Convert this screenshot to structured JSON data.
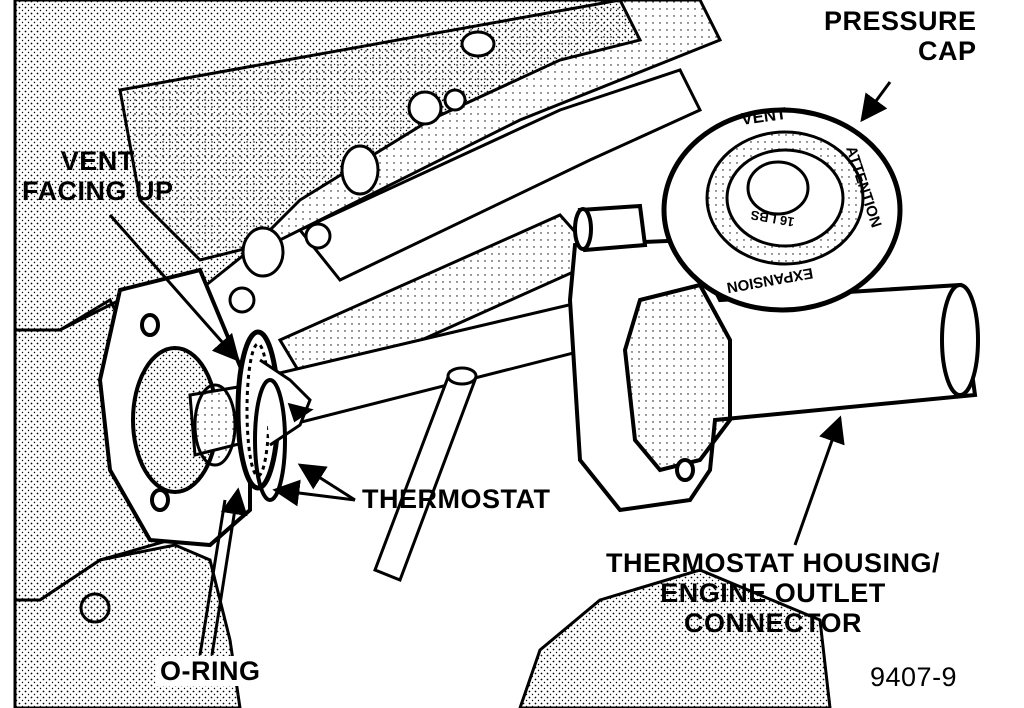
{
  "labels": {
    "pressure_cap": [
      "PRESSURE",
      "CAP"
    ],
    "vent_facing_up": [
      "VENT",
      "FACING UP"
    ],
    "thermostat": "THERMOSTAT",
    "housing": [
      "THERMOSTAT HOUSING/",
      "ENGINE OUTLET",
      "CONNECTOR"
    ],
    "o_ring": "O-RING",
    "figure_number": "9407-9"
  },
  "cap_text": {
    "top": "VENT",
    "right": "ATTENTION",
    "bottom": "EXPANSION",
    "psi": "16 LBS"
  }
}
